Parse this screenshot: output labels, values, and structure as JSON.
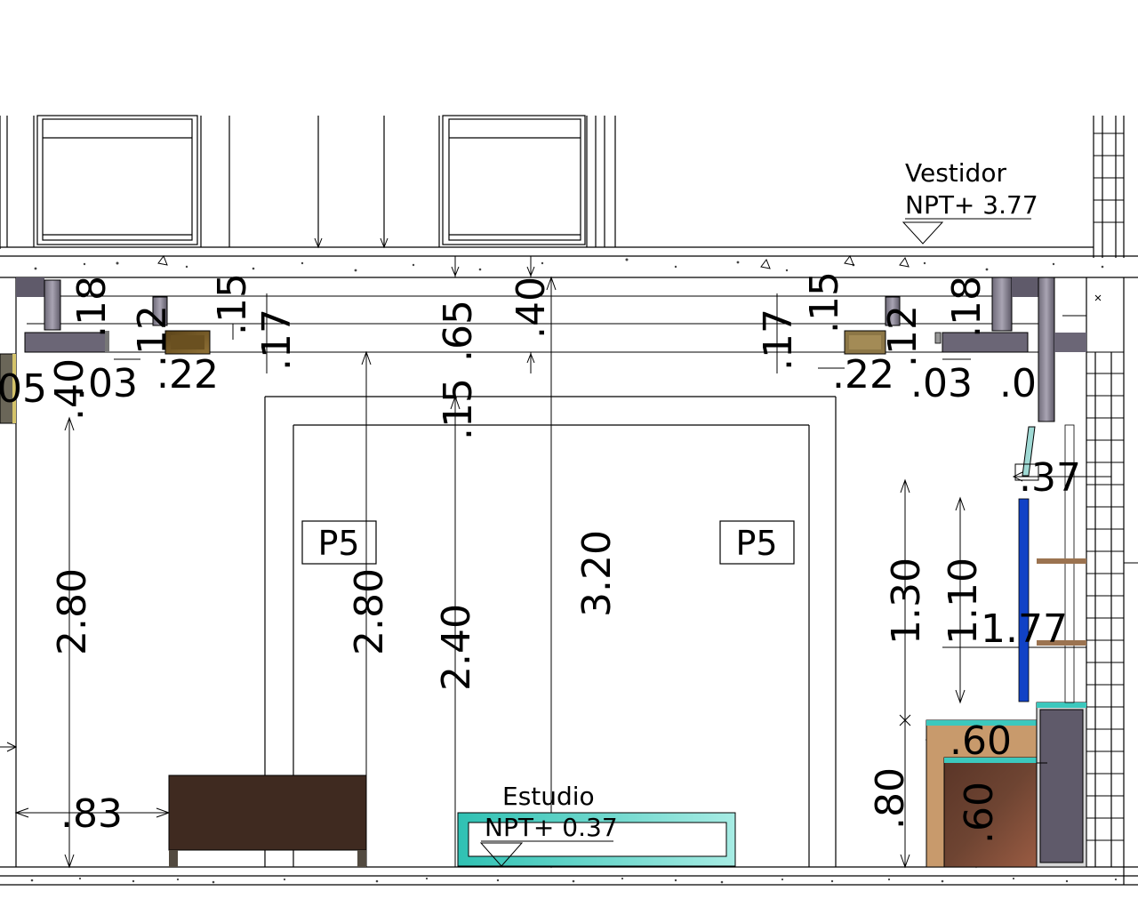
{
  "rooms": {
    "vestidor": {
      "name": "Vestidor",
      "level": "NPT+ 3.77"
    },
    "estudio": {
      "name": "Estudio",
      "level": "NPT+ 0.37"
    }
  },
  "tags": {
    "door_left": "P5",
    "door_right": "P5"
  },
  "dimensions": {
    "d_18_left": ".18",
    "d_12_left": ".12",
    "d_15_left": ".15",
    "d_17_left": ".17",
    "d_40_left": ".40",
    "d_03_left": ".03",
    "d_22_left": ".22",
    "d_05_left": "05",
    "d_65": ".65",
    "d_40_center": ".40",
    "d_15_center": ".15",
    "d_17_right": ".17",
    "d_15_right": ".15",
    "d_12_right": ".12",
    "d_18_right": ".18",
    "d_22_right": ".22",
    "d_03_right": ".03",
    "d_0x_right": ".0",
    "d_37": ".37",
    "d_280_a": "2.80",
    "d_280_b": "2.80",
    "d_240": "2.40",
    "d_320": "3.20",
    "d_130": "1.30",
    "d_110": "1.10",
    "d_177": "1.77",
    "d_83": ".83",
    "d_60_h": ".60",
    "d_60_v": ".60",
    "d_80": ".80"
  },
  "colors": {
    "furniture_dark": "#3f2a20",
    "cabinet_wood": "#c89a6c",
    "teal": "#3cc8bd",
    "blue_panel": "#1142c6",
    "gray_cabinet": "#5f5a6a",
    "shelf": "#9b7350"
  }
}
